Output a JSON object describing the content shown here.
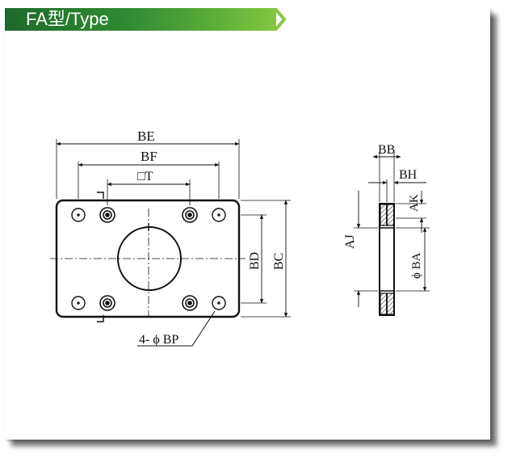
{
  "header": {
    "title": "FA型/Type",
    "accent_start": "#1d6a2a",
    "accent_end": "#86c63f",
    "icon": "chevron-right-icon"
  },
  "drawing": {
    "labels": {
      "be": "BE",
      "bf": "BF",
      "t": "□T",
      "bd": "BD",
      "bc": "BC",
      "bp": "4- ϕ BP",
      "bb": "BB",
      "bh": "BH",
      "ak": "AK",
      "aj": "AJ",
      "ba": "ϕ BA"
    }
  }
}
